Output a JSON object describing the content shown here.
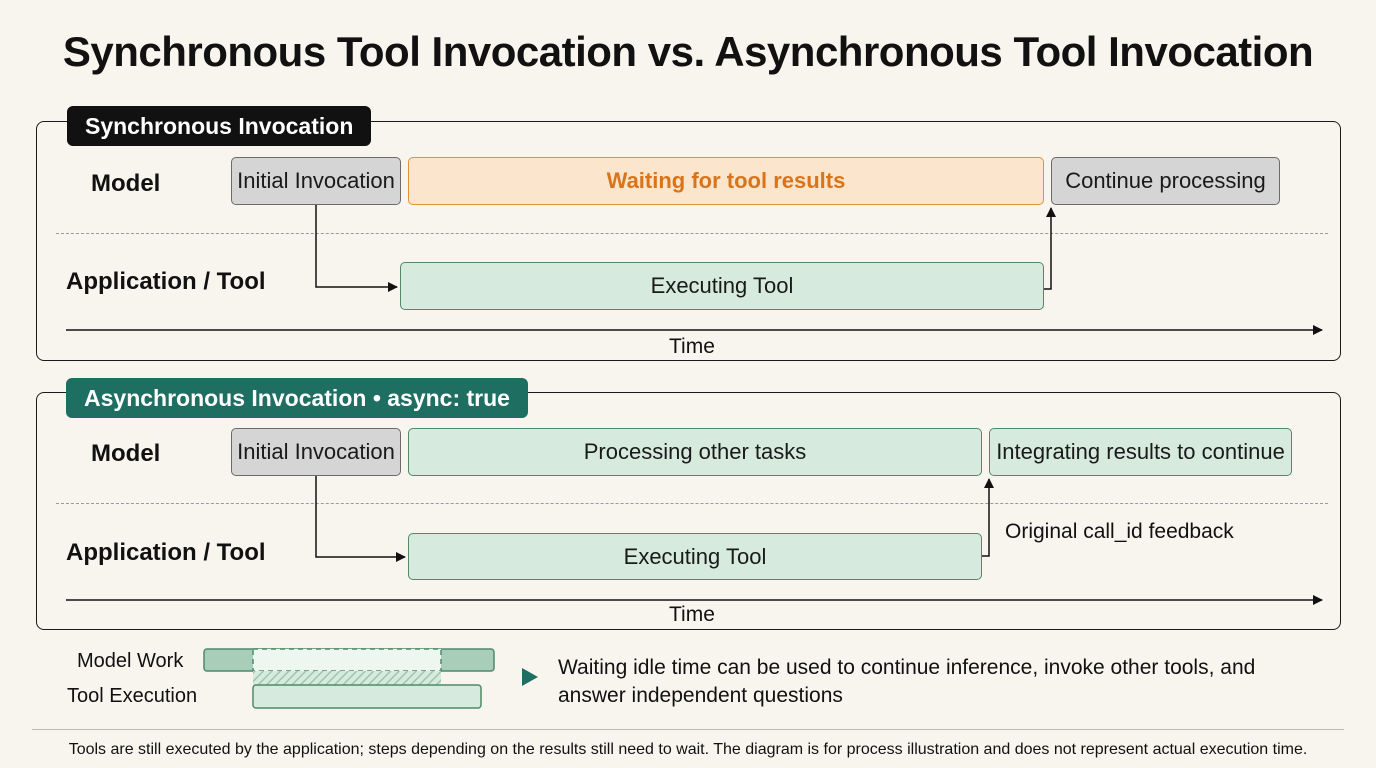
{
  "title": "Synchronous Tool Invocation vs. Asynchronous Tool Invocation",
  "sync": {
    "tag": "Synchronous Invocation",
    "model_label": "Model",
    "tool_label": "Application / Tool",
    "initial": "Initial Invocation",
    "waiting": "Waiting for tool results",
    "continue": "Continue processing",
    "executing": "Executing Tool",
    "time": "Time"
  },
  "async": {
    "tag": "Asynchronous Invocation • async: true",
    "model_label": "Model",
    "tool_label": "Application / Tool",
    "initial": "Initial Invocation",
    "processing": "Processing other tasks",
    "integrating": "Integrating results to continue",
    "executing": "Executing Tool",
    "feedback": "Original call_id feedback",
    "time": "Time"
  },
  "legend": {
    "model_work": "Model Work",
    "tool_execution": "Tool Execution",
    "note": "Waiting idle time can be used to continue inference, invoke other tools, and answer independent questions"
  },
  "footer": "Tools are still executed by the application; steps depending on the results still need to wait. The diagram is for process illustration and does not represent actual execution time.",
  "colors": {
    "tag_sync": "#111111",
    "tag_async": "#1e6e62",
    "orange": "#e0913a",
    "green": "#d6ebdd",
    "gray": "#d5d5d5"
  }
}
